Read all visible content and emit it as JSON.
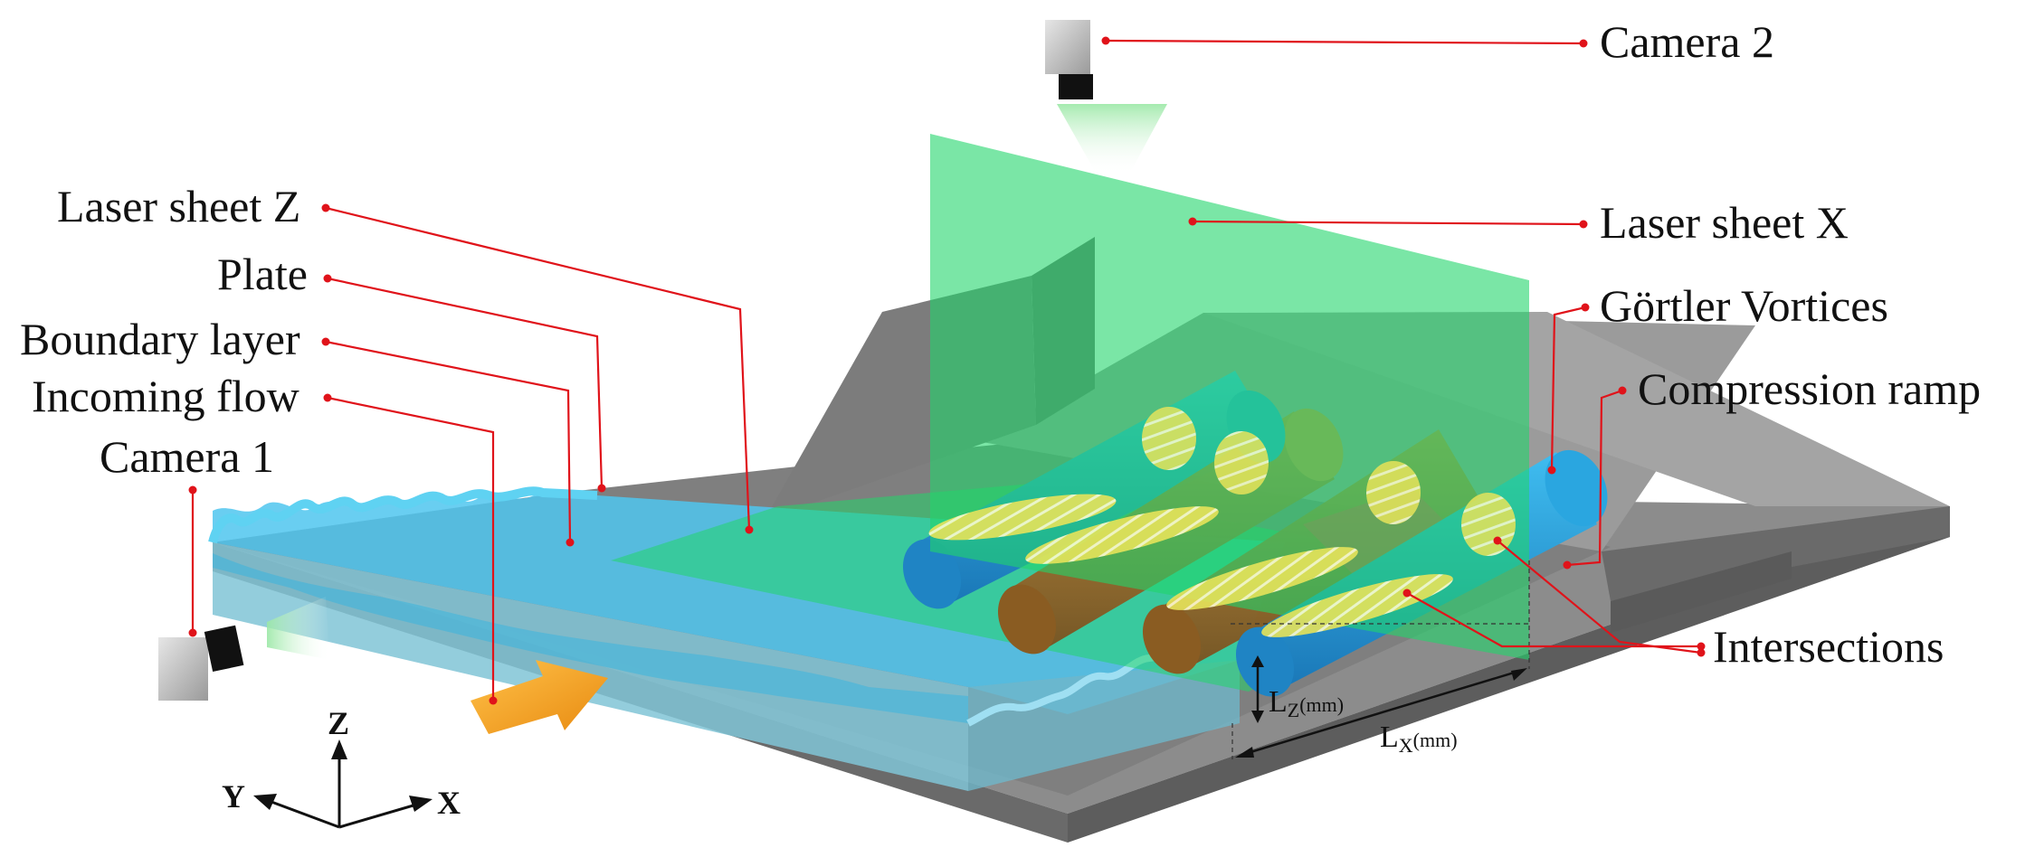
{
  "labels": {
    "camera2": "Camera 2",
    "laser_sheet_z": "Laser sheet Z",
    "laser_sheet_x": "Laser sheet X",
    "plate": "Plate",
    "gortler_vortices": "Görtler Vortices",
    "boundary_layer": "Boundary layer",
    "compression_ramp": "Compression ramp",
    "incoming_flow": "Incoming flow",
    "camera1": "Camera 1",
    "intersections": "Intersections"
  },
  "dimensions": {
    "lz_main": "L",
    "lz_sub": "Z",
    "lz_unit": "(mm)",
    "lx_main": "L",
    "lx_sub": "X",
    "lx_unit": "(mm)"
  },
  "axes": {
    "z": "Z",
    "y": "Y",
    "x": "X"
  },
  "colors": {
    "leader_lines": "#e0131a",
    "laser_sheet": "#22d66a",
    "water": "#4fc6ee",
    "plate": "#8f8f8f",
    "vortex_blue": "#2aa6e0",
    "vortex_brown": "#b07a30",
    "flow_arrow": "#f5a623"
  }
}
